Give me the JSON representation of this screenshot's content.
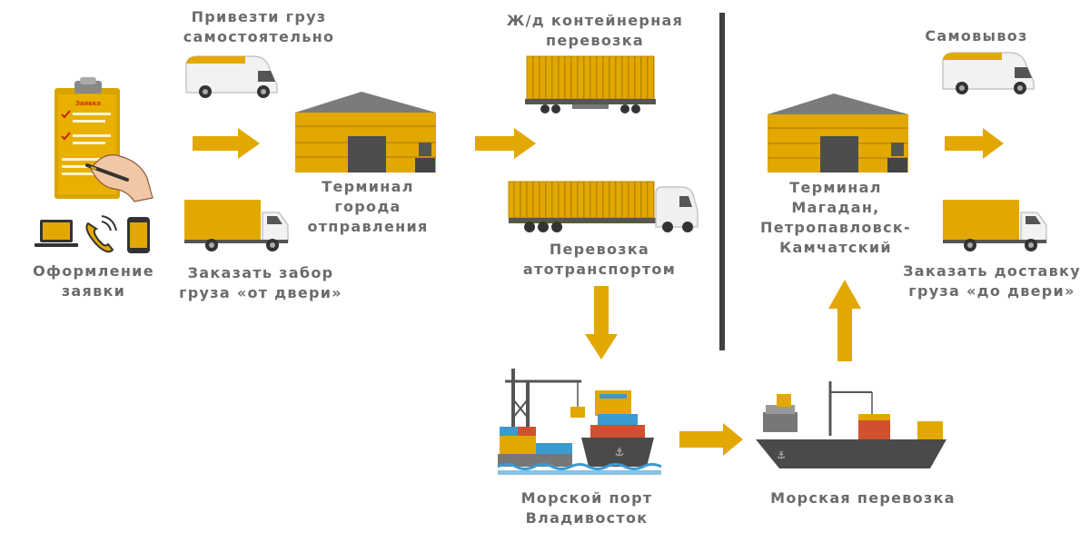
{
  "colors": {
    "accent": "#e2a800",
    "label": "#6b6b6b",
    "roof": "#7b7b7b",
    "divider": "#404040"
  },
  "labels": {
    "bring_self_1": "Привезти груз",
    "bring_self_2": "самостоятельно",
    "order_1": "Оформление",
    "order_2": "заявки",
    "pickup_1": "Заказать забор",
    "pickup_2": "груза «от двери»",
    "terminal_from_1": "Терминал",
    "terminal_from_2": "города",
    "terminal_from_3": "отправления",
    "rail_1": "Ж/д контейнерная",
    "rail_2": "перевозка",
    "road_1": "Перевозка",
    "road_2": "атотранспортом",
    "port_1": "Морской порт",
    "port_2": "Владивосток",
    "sea": "Морская перевозка",
    "terminal_to_1": "Терминал",
    "terminal_to_2": "Магадан,",
    "terminal_to_3": "Петропавловск-",
    "terminal_to_4": "Камчатский",
    "selfpickup": "Самовывоз",
    "delivery_1": "Заказать доставку",
    "delivery_2": "груза «до двери»",
    "form_title": "Заявка"
  },
  "icons": [
    "clipboard-form-icon",
    "laptop-icon",
    "phone-call-icon",
    "smartphone-icon",
    "van-icon",
    "box-truck-icon",
    "warehouse-icon",
    "container-rail-icon",
    "container-truck-icon",
    "port-crane-ship-icon",
    "cargo-ship-icon",
    "arrow-right-icon",
    "arrow-down-icon",
    "arrow-up-icon",
    "divider-line"
  ]
}
